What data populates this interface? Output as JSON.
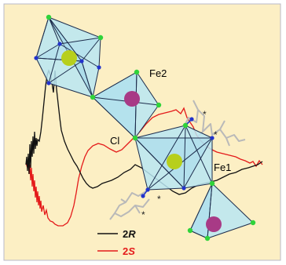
{
  "colors": {
    "background": "#fcefc4",
    "frame": "#b8b8c8",
    "polyhedron_fill": "#b9e6f3",
    "polyhedron_edge": "#1c2c4c",
    "fe_atom": "#a83a86",
    "cl_atom": "#b7cf1c",
    "vertex_green": "#2fd33a",
    "vertex_blue": "#2233cc",
    "ligand": "#b9b9b9",
    "trace_2R": "#111111",
    "trace_2S": "#e41a1a"
  },
  "labels": {
    "fe2": "Fe2",
    "cl": "Cl",
    "fe1": "Fe1",
    "star": "*"
  },
  "legend": [
    {
      "name": "2",
      "suffix": "R",
      "color": "#111111"
    },
    {
      "name": "2",
      "suffix": "S",
      "color": "#e41a1a"
    }
  ]
}
